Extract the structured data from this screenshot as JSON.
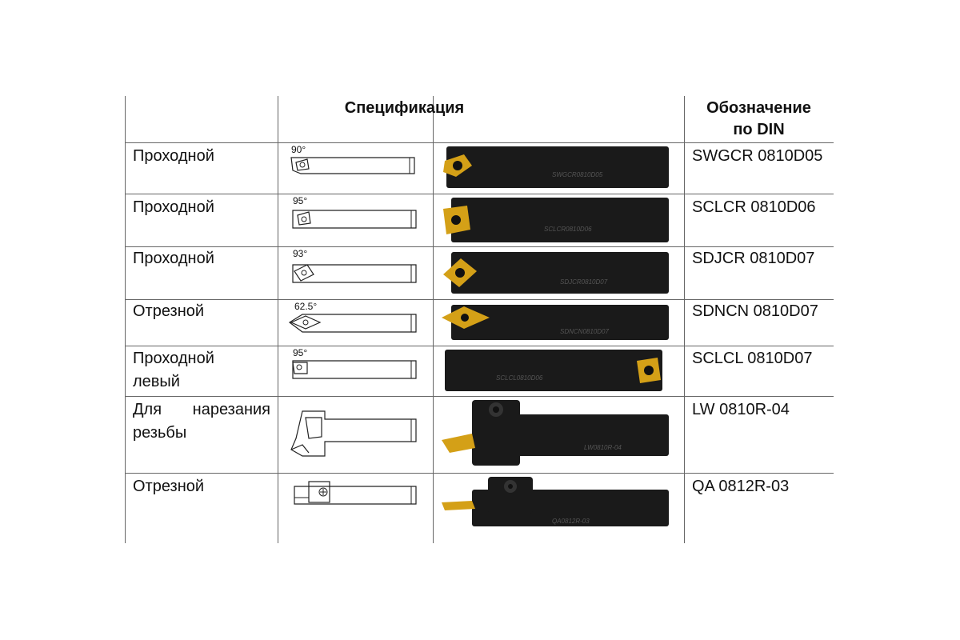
{
  "table": {
    "header": {
      "specification": "Спецификация",
      "designation_line1": "Обозначение",
      "designation_line2": "по DIN"
    },
    "rows": [
      {
        "desc_lines": [
          "Проходной"
        ],
        "angle": "90°",
        "designation": "SWGCR 0810D05",
        "photo_label": "SWGCR0810D05"
      },
      {
        "desc_lines": [
          "Проходной"
        ],
        "angle": "95°",
        "designation": "SCLCR 0810D06",
        "photo_label": "SCLCR0810D06"
      },
      {
        "desc_lines": [
          "Проходной"
        ],
        "angle": "93°",
        "designation": "SDJCR 0810D07",
        "photo_label": "SDJCR0810D07"
      },
      {
        "desc_lines": [
          "Отрезной"
        ],
        "angle": "62.5°",
        "designation": "SDNCN 0810D07",
        "photo_label": "SDNCN0810D07"
      },
      {
        "desc_lines": [
          "Проходной",
          "левый"
        ],
        "angle": "95°",
        "designation": "SCLCL 0810D07",
        "photo_label": "SCLCL0810D06"
      },
      {
        "desc_lines": [
          "Для нарезания",
          "резьбы"
        ],
        "angle": "",
        "designation": "LW 0810R-04",
        "photo_label": "LW0810R-04"
      },
      {
        "desc_lines": [
          "Отрезной"
        ],
        "angle": "",
        "designation": "QA 0812R-03",
        "photo_label": "QA0812R-03"
      }
    ]
  },
  "colors": {
    "insert_gold": "#d4a017",
    "holder_black": "#1a1a1a",
    "grid_line": "#666666"
  }
}
